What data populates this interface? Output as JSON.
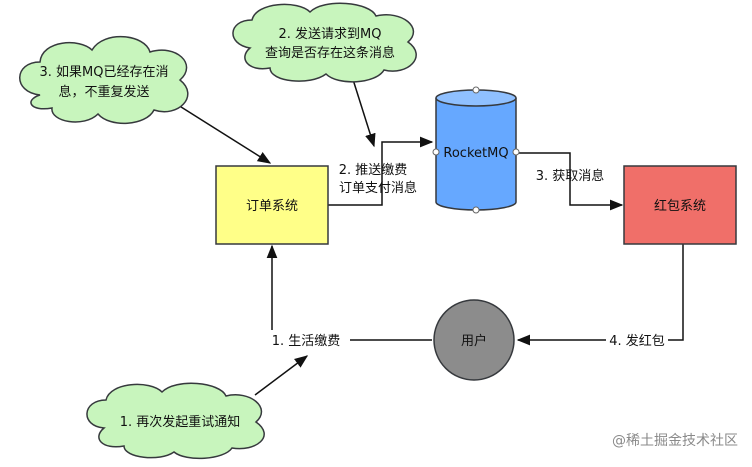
{
  "nodes": {
    "order_system": {
      "label": "订单系统",
      "fill": "#ffff88",
      "stroke": "#36393d"
    },
    "rocketmq": {
      "label": "RocketMQ",
      "fill": "#66a8ff",
      "stroke": "#36393d"
    },
    "red_packet_system": {
      "label": "红包系统",
      "fill": "#f06f69",
      "stroke": "#36393d"
    },
    "user": {
      "label": "用户",
      "fill": "#8c8c8c",
      "stroke": "#36393d"
    }
  },
  "edges": {
    "pay_fee": "1. 生活缴费",
    "push_line1": "2. 推送缴费",
    "push_line2": "订单支付消息",
    "fetch": "3. 获取消息",
    "send_red_packet": "4. 发红包"
  },
  "clouds": {
    "retry": {
      "line1": "1. 再次发起重试通知"
    },
    "query": {
      "line1": "2. 发送请求到MQ",
      "line2": "查询是否存在这条消息"
    },
    "exists": {
      "line1": "3. 如果MQ已经存在消",
      "line2": "息，不重复发送"
    },
    "fill": "#c8f5bd",
    "stroke": "#36393d"
  },
  "watermark": "@稀土掘金技术社区"
}
